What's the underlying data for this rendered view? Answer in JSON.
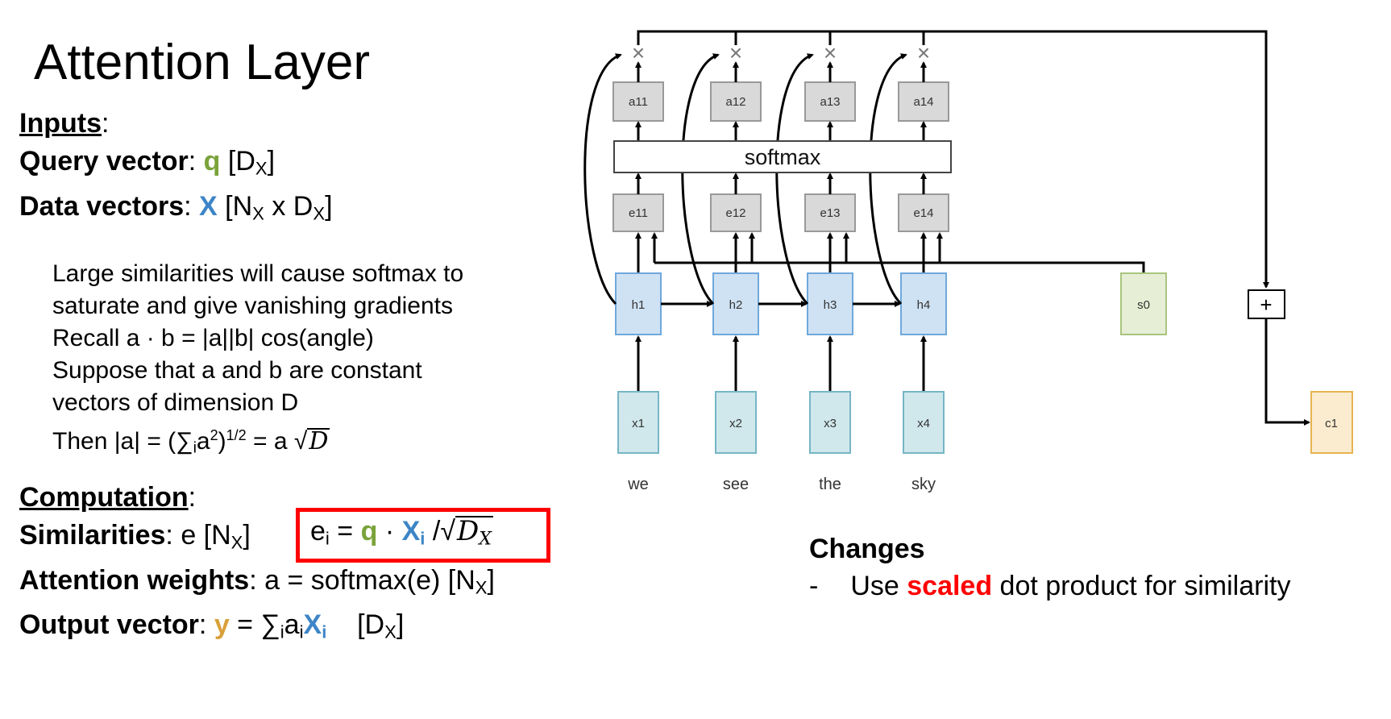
{
  "title": "Attention Layer",
  "inputs": {
    "heading": "Inputs",
    "colon": ":",
    "query_label": "Query vector",
    "query_sep": ": ",
    "query_symbol": "q",
    "query_dim_open": " [D",
    "query_dim_sub": "X",
    "query_dim_close": "]",
    "data_label": "Data vectors",
    "data_sep": ": ",
    "data_symbol": "X",
    "data_dim_open": " [N",
    "data_dim_sub1": "X",
    "data_dim_mid": " x D",
    "data_dim_sub2": "X",
    "data_dim_close": "]"
  },
  "note": {
    "line1": "Large similarities will cause softmax to",
    "line2": "saturate and give vanishing gradients",
    "line3": "Recall a · b = |a||b| cos(angle)",
    "line4": "Suppose that a and b are constant",
    "line5": "vectors of dimension D",
    "line6_a": "Then |a| = (∑",
    "line6_sub": "i",
    "line6_b": "a",
    "line6_sup1": "2",
    "line6_c": ")",
    "line6_sup2": "1/2",
    "line6_d": " = a √",
    "line6_D": "D"
  },
  "computation": {
    "heading": "Computation",
    "colon": ":",
    "sim_label": "Similarities",
    "sim_text": ": e [N",
    "sim_sub": "X",
    "sim_close": "]",
    "att_label": "Attention weights",
    "att_text": ": a = softmax(e)  [N",
    "att_sub": "X",
    "att_close": "]",
    "out_label": "Output vector",
    "out_sep": ": ",
    "out_symbol": "y",
    "out_eq": " = ∑",
    "out_sub_i": "i",
    "out_a": "a",
    "out_sub_i2": "i",
    "out_X": "X",
    "out_X_sub": "i",
    "out_dim": "    [D",
    "out_dim_sub": "X",
    "out_dim_close": "]"
  },
  "formula": {
    "e": "e",
    "e_sub": "i",
    "eq": " = ",
    "q": "q",
    "dot": " · ",
    "X": "X",
    "X_sub": "i",
    "slash": " /√",
    "D": "D",
    "D_sub": "X"
  },
  "diagram": {
    "a_labels": [
      "a11",
      "a12",
      "a13",
      "a14"
    ],
    "e_labels": [
      "e11",
      "e12",
      "e13",
      "e14"
    ],
    "h_labels": [
      "h1",
      "h2",
      "h3",
      "h4"
    ],
    "x_labels": [
      "x1",
      "x2",
      "x3",
      "x4"
    ],
    "words": [
      "we",
      "see",
      "the",
      "sky"
    ],
    "softmax": "softmax",
    "s0": "s0",
    "plus": "+",
    "c1": "c1",
    "mult": "×"
  },
  "changes": {
    "heading": "Changes",
    "bullet": "-",
    "pre": "Use ",
    "highlight": "scaled",
    "post": " dot product for similarity"
  },
  "colors": {
    "query": "#7aa33a",
    "data": "#3d85c6",
    "output": "#d9a13b",
    "highlight": "#ff0000"
  }
}
